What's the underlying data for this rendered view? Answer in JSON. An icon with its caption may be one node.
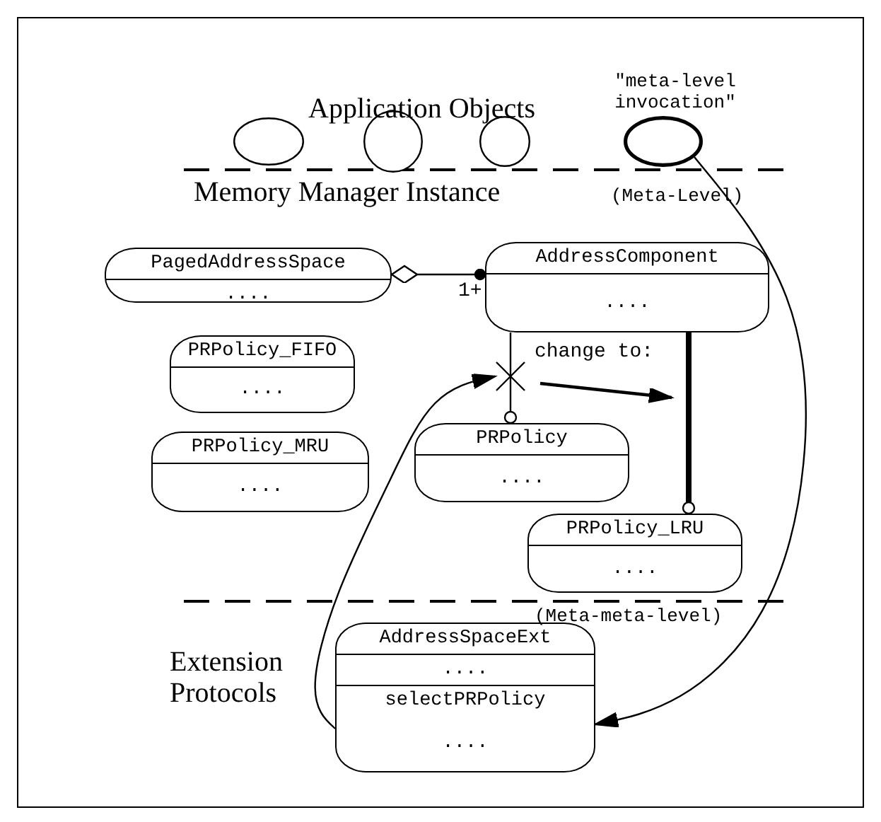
{
  "diagram": {
    "nodes": [
      {
        "text": [],
        "shape": "circle"
      },
      {
        "text": [],
        "shape": "circle"
      },
      {
        "text": [],
        "shape": "circle"
      },
      {
        "text": [],
        "shape": "circle",
        "beside": [
          "\"meta-level invocation\""
        ]
      },
      {
        "text": [
          "PagedAddressSpace",
          "...."
        ]
      },
      {
        "text": [
          "AddressComponent",
          "...."
        ]
      },
      {
        "text": [
          "PRPolicy_FIFO",
          "...."
        ]
      },
      {
        "text": [
          "PRPolicy_MRU",
          "...."
        ]
      },
      {
        "text": [
          "PRPolicy",
          "...."
        ]
      },
      {
        "text": [
          "PRPolicy_LRU",
          "...."
        ]
      },
      {
        "text": [
          "AddressSpaceExt",
          "....",
          "selectPRPolicy",
          "...."
        ]
      },
      {
        "text": [],
        "shape": "cross"
      }
    ],
    "edges": [
      {
        "from": 4,
        "to": 5,
        "arrow": "other",
        "label": "1+"
      },
      {
        "from": 5,
        "to": 11,
        "arrow": "none"
      },
      {
        "from": 11,
        "to": 8,
        "arrow": "other"
      },
      {
        "from": 5,
        "to": 9,
        "arrow": "other",
        "style": "thick"
      },
      {
        "from": 10,
        "to": 11,
        "arrow": "to"
      },
      {
        "from": 3,
        "to": 10,
        "arrow": "to"
      }
    ],
    "labels": [
      "Application Objects",
      "Memory Manager Instance",
      "(Meta-Level)",
      "change to:",
      "(Meta-meta-level)",
      "Extension Protocols"
    ]
  }
}
